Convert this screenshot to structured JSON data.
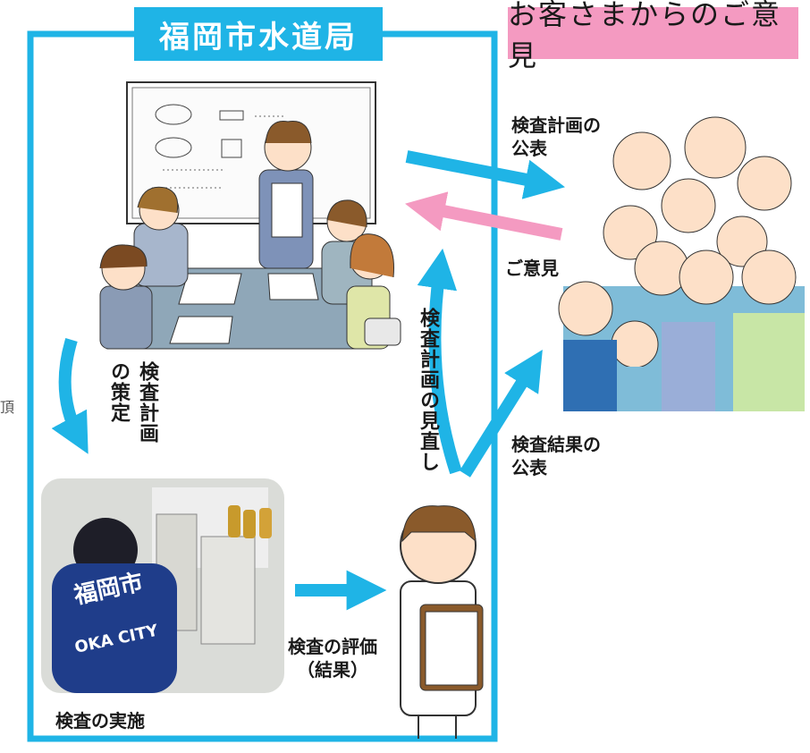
{
  "header": {
    "bureau_title": "福岡市水道局",
    "customer_title": "お客さまからのご意見"
  },
  "labels": {
    "publish_plan": [
      "検査計画の",
      "公表"
    ],
    "opinion": "ご意見",
    "review_plan": "検査計画の見直し",
    "publish_results": [
      "検査結果の",
      "公表"
    ],
    "plan_formulation": [
      "検査計画",
      "の策定"
    ],
    "evaluation": [
      "検査の評価",
      "（結果）"
    ],
    "implementation": "検査の実施",
    "photo_logo_1": "福岡市",
    "photo_logo_2": "OKA CITY",
    "edge_char": "頂"
  },
  "colors": {
    "frame": "#1fb4e6",
    "arrow_blue": "#1fb4e6",
    "arrow_pink": "#f49ac1",
    "customer_bg": "#f49ac1"
  }
}
